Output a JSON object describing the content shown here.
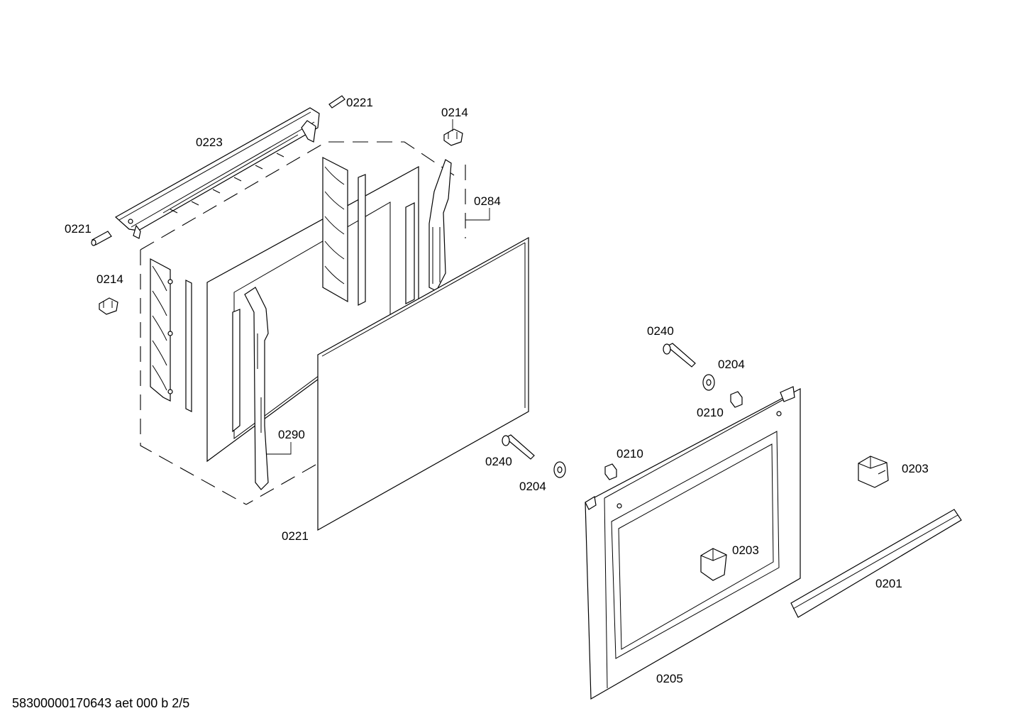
{
  "diagram": {
    "parts": [
      {
        "id": "p0221a",
        "label": "0221"
      },
      {
        "id": "p0214a",
        "label": "0214"
      },
      {
        "id": "p0223",
        "label": "0223"
      },
      {
        "id": "p0284",
        "label": "0284"
      },
      {
        "id": "p0221b",
        "label": "0221"
      },
      {
        "id": "p0214b",
        "label": "0214"
      },
      {
        "id": "p0290",
        "label": "0290"
      },
      {
        "id": "p0221c",
        "label": "0221"
      },
      {
        "id": "p0240a",
        "label": "0240"
      },
      {
        "id": "p0204a",
        "label": "0204"
      },
      {
        "id": "p0210a",
        "label": "0210"
      },
      {
        "id": "p0240b",
        "label": "0240"
      },
      {
        "id": "p0204b",
        "label": "0204"
      },
      {
        "id": "p0210b",
        "label": "0210"
      },
      {
        "id": "p0203a",
        "label": "0203"
      },
      {
        "id": "p0203b",
        "label": "0203"
      },
      {
        "id": "p0201",
        "label": "0201"
      },
      {
        "id": "p0205",
        "label": "0205"
      }
    ],
    "footer_code": "58300000170643 aet 000 b 2/5"
  }
}
